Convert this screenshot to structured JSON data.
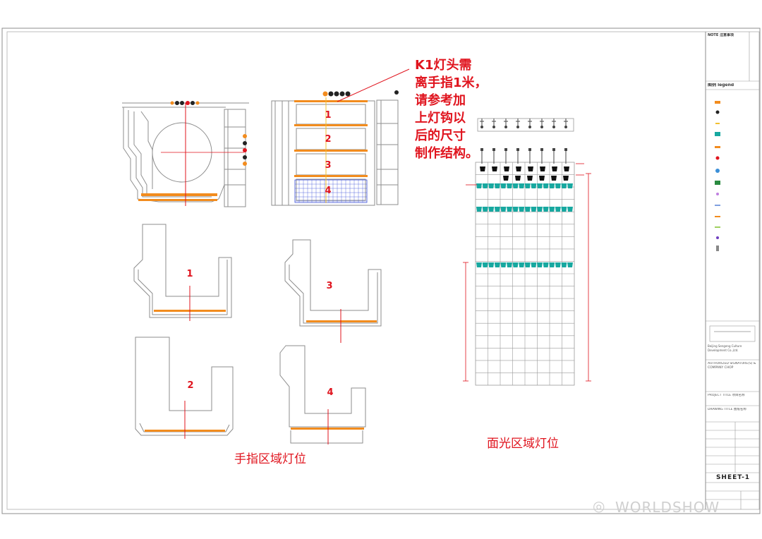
{
  "annotation": {
    "k1_note_lines": [
      "K1灯头需",
      "离手指1米，",
      "请参考加",
      "上灯钩以",
      "后的尺寸",
      "制作结构。"
    ],
    "finger_area_caption": "手指区域灯位",
    "face_area_caption": "面光区域灯位"
  },
  "finger_labels": {
    "plan": [
      "1",
      "2",
      "3",
      "4"
    ],
    "detail_1": "1",
    "detail_2": "2",
    "detail_3": "3",
    "detail_4": "4"
  },
  "title_block": {
    "note_heading": "NOTE 注意事项",
    "legend_heading": "图例 legend",
    "company": "Beijing Sengeng Culture Development Co.,Ltd.",
    "authorized": "AUTHORIZED SIGNATURE(S) & COMPANY CHOP",
    "project_title": "PROJECT TITLE 项目名称",
    "drawing_title": "DRAWING TITLE 图纸名称",
    "sheet_label": "SHEET-1"
  },
  "watermark": "WORLDSHOW",
  "colors": {
    "red": "#e0141e",
    "orange": "#f28c1e",
    "cyan": "#17a8a0",
    "blue_grid": "#3b4fd8",
    "line": "#9a9a9a"
  }
}
